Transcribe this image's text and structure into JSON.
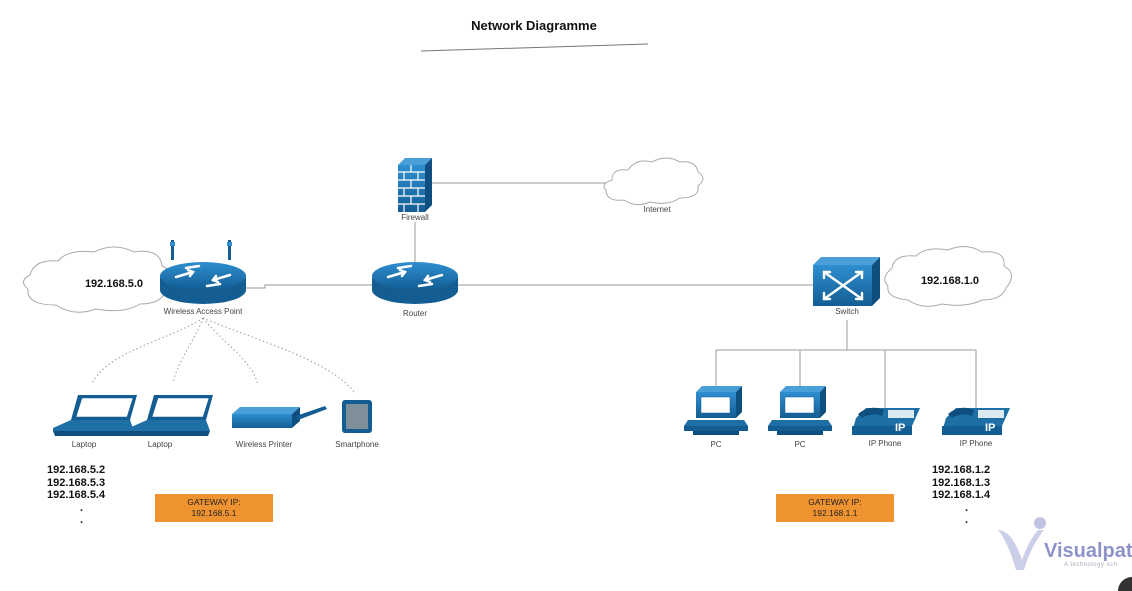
{
  "title": "Network Diagramme",
  "nodes": {
    "firewall": "Firewall",
    "internet": "Internet",
    "router": "Router",
    "wap": "Wireless Access Point",
    "switch": "Switch",
    "laptop1": "Laptop",
    "laptop2": "Laptop",
    "printer": "Wireless Printer",
    "smartphone": "Smartphone",
    "pc1": "PC",
    "pc2": "PC",
    "phone1": "IP Phone",
    "phone2": "IP Phone"
  },
  "networks": {
    "left": "192.168.5.0",
    "right": "192.168.1.0"
  },
  "left_ips": [
    "192.168.5.2",
    "192.168.5.3",
    "192.168.5.4",
    ".",
    "."
  ],
  "right_ips": [
    "192.168.1.2",
    "192.168.1.3",
    "192.168.1.4",
    ".",
    "."
  ],
  "gateways": {
    "left": {
      "label": "GATEWAY IP:",
      "ip": "192.168.5.1"
    },
    "right": {
      "label": "GATEWAY IP:",
      "ip": "192.168.1.1"
    }
  },
  "brand": {
    "name": "Visualpat",
    "tagline": "A technology sch"
  },
  "colors": {
    "device_blue": "#1d6fa5",
    "gateway_orange": "#ef9330",
    "line_gray": "#9a9a9a"
  }
}
